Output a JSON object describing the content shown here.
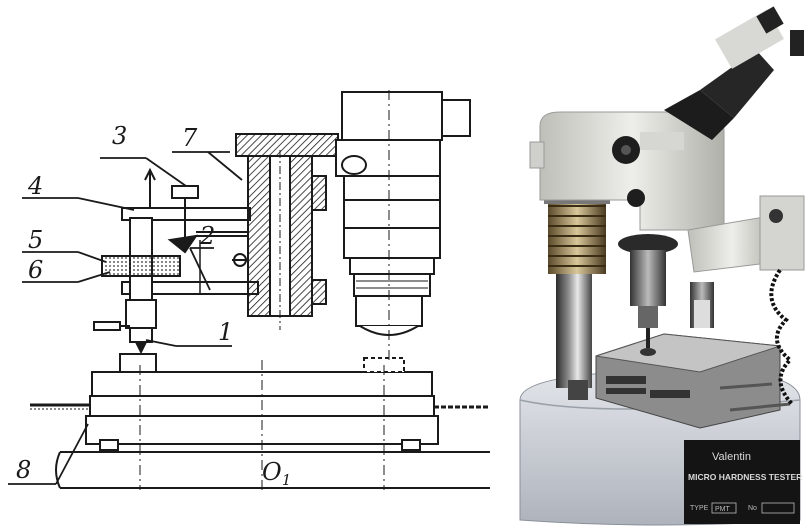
{
  "drawing": {
    "labels": [
      {
        "id": "1",
        "text": "1"
      },
      {
        "id": "2",
        "text": "2"
      },
      {
        "id": "3",
        "text": "3"
      },
      {
        "id": "4",
        "text": "4"
      },
      {
        "id": "5",
        "text": "5"
      },
      {
        "id": "6",
        "text": "6"
      },
      {
        "id": "7",
        "text": "7"
      },
      {
        "id": "8",
        "text": "8"
      }
    ],
    "axis_label_main": "O",
    "axis_label_sub": "1"
  },
  "photo": {
    "plate_brand": "Valentin",
    "plate_model": "MICRO HARDNESS TESTER",
    "plate_type_label": "TYPE",
    "plate_type_value": "PMT",
    "plate_no_label": "No"
  },
  "colors": {
    "ink": "#1a1a1a",
    "paper": "#ffffff",
    "housing": "#dcdcd6",
    "base": "#c9cdd4",
    "metal": "#9a9a94",
    "dark": "#222222"
  }
}
